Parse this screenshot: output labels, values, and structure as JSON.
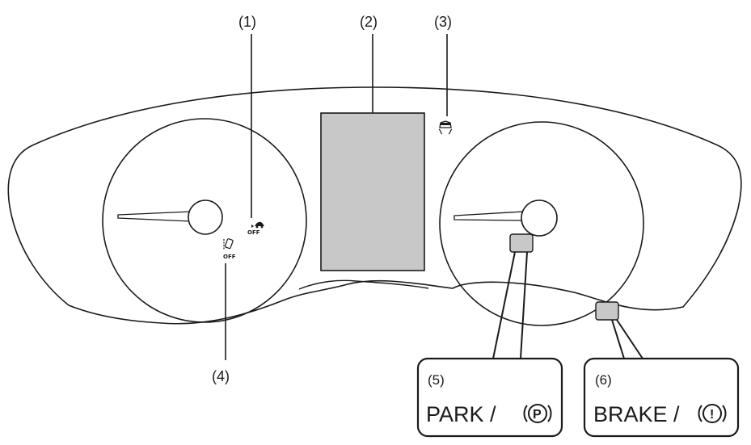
{
  "callouts": {
    "c1": "(1)",
    "c2": "(2)",
    "c3": "(3)",
    "c4": "(4)",
    "c5": "(5)",
    "c6": "(6)"
  },
  "boxes": {
    "park_text": "PARK / ",
    "park_symbol": "P",
    "brake_text": "BRAKE / ",
    "brake_symbol": "!"
  },
  "indicators": {
    "off_label": "OFF"
  },
  "icons": {
    "indicator_1": "vehicle-dynamics-control-off-icon",
    "indicator_3": "skid-traction-icon",
    "indicator_4": "lane-departure-off-icon"
  },
  "colors": {
    "display_fill": "#c8c8c8",
    "lamp_fill": "#c8c8c8",
    "line": "#1a1a1a"
  }
}
